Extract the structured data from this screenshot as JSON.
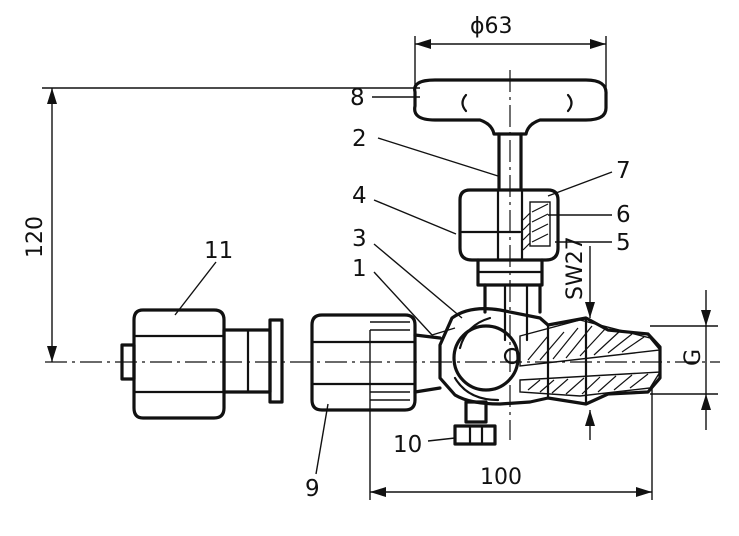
{
  "dimensions": {
    "handwheel_diameter": "ϕ63",
    "overall_height": "120",
    "overall_length": "100",
    "wrench_size": "SW27",
    "thread": "G"
  },
  "part_labels": [
    "1",
    "2",
    "3",
    "4",
    "5",
    "6",
    "7",
    "8",
    "9",
    "10",
    "11"
  ]
}
